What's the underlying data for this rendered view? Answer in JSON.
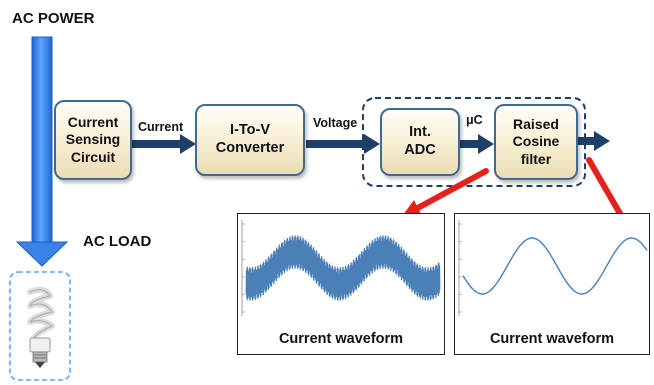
{
  "labels": {
    "ac_power": "AC POWER",
    "ac_load": "AC LOAD",
    "current": "Current",
    "voltage": "Voltage",
    "uc": "μC"
  },
  "blocks": {
    "sensing": [
      "Current",
      "Sensing",
      "Circuit"
    ],
    "converter": [
      "I-To-V",
      "Converter"
    ],
    "adc": [
      "Int.",
      "ADC"
    ],
    "filter": [
      "Raised",
      "Cosine",
      "filter"
    ]
  },
  "panels": {
    "raw_caption": "Current waveform",
    "filtered_caption": "Current waveform"
  },
  "colors": {
    "power_arrow": "#3b82e8",
    "flow_arrow": "#1f3f6b",
    "callout_arrow": "#e5211b",
    "waveform": "#4a7fb8",
    "block_border": "#3f6b8f",
    "dashed_border": "#1f3f6b"
  },
  "icons": {
    "load": "cfl-bulb-icon"
  }
}
